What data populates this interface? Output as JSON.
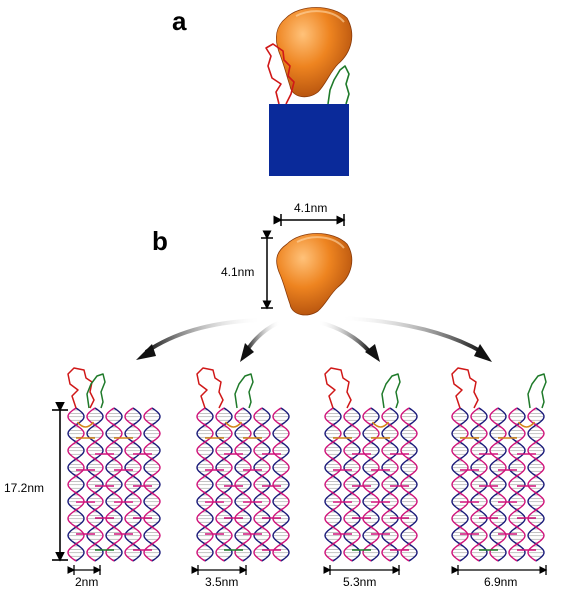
{
  "panels": {
    "a": {
      "label": "a"
    },
    "b": {
      "label": "b"
    }
  },
  "protein": {
    "width_label": "4.1nm",
    "height_label": "4.1nm"
  },
  "origami": {
    "height_label": "17.2nm",
    "structures": [
      {
        "spacing_label": "2nm"
      },
      {
        "spacing_label": "3.5nm"
      },
      {
        "spacing_label": "5.3nm"
      },
      {
        "spacing_label": "6.9nm"
      }
    ]
  },
  "colors": {
    "protein": "#e8751a",
    "protein_dark": "#a9480a",
    "surface_block": "#0a2a9a",
    "helix_backbone": "#1a1a7a",
    "staple_magenta": "#d0127a",
    "staple_orange": "#d4861a",
    "staple_green": "#1f7a2a",
    "aptamer_red": "#d01818",
    "aptamer_green": "#1f7a2a"
  }
}
